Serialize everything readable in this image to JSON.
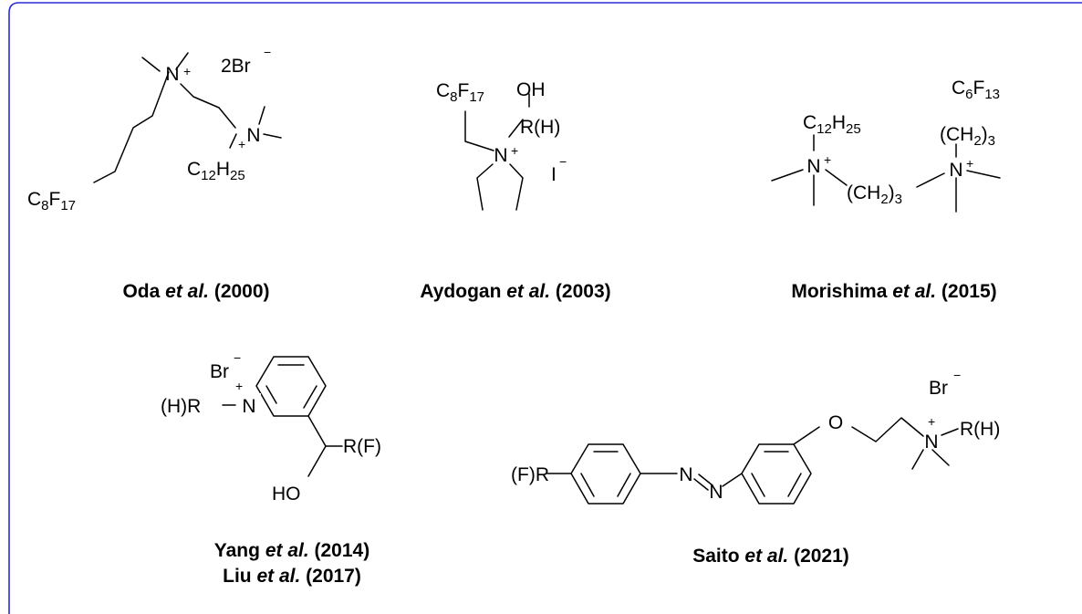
{
  "colors": {
    "frame_border": "#2b2bd6",
    "ink": "#000000",
    "background": "#ffffff"
  },
  "compounds": [
    {
      "caption": {
        "pre": "Oda ",
        "etal": "et al.",
        "post": " (2000)"
      },
      "atoms": {
        "n1": "N",
        "n2": "N",
        "counterion": "2Br",
        "chain_c": "C",
        "chain_c_n": "8",
        "chain_f": "F",
        "chain_f_n": "17",
        "alkyl_c": "C",
        "alkyl_c_n": "12",
        "alkyl_h": "H",
        "alkyl_h_n": "25"
      }
    },
    {
      "caption": {
        "pre": "Aydogan ",
        "etal": "et al.",
        "post": " (2003)"
      },
      "atoms": {
        "chain_c": "C",
        "chain_c_n": "8",
        "chain_f": "F",
        "chain_f_n": "17",
        "oh": "OH",
        "r": "R(H)",
        "n": "N",
        "counterion": "I"
      }
    },
    {
      "caption": {
        "pre": "Morishima ",
        "etal": "et al.",
        "post": " (2015)"
      },
      "atoms": {
        "alkyl_c": "C",
        "alkyl_c_n": "12",
        "alkyl_h": "H",
        "alkyl_h_n": "25",
        "n1": "N",
        "n2": "N",
        "spacer": "(CH",
        "spacer_n": "2",
        "spacer_end": ")",
        "spacer_m": "3",
        "chain_c": "C",
        "chain_c_n": "6",
        "chain_f": "F",
        "chain_f_n": "13"
      }
    },
    {
      "caption_lines": [
        {
          "pre": "Yang ",
          "etal": "et al.",
          "post": " (2014)"
        },
        {
          "pre": "Liu ",
          "etal": "et al.",
          "post": " (2017)"
        }
      ],
      "atoms": {
        "counterion": "Br",
        "substituent": "(H)R",
        "n": "N",
        "r": "R(F)",
        "ho": "HO"
      }
    },
    {
      "caption": {
        "pre": "Saito ",
        "etal": "et al.",
        "post": " (2021)"
      },
      "atoms": {
        "substituent": "(F)R",
        "n1": "N",
        "n2": "N",
        "o": "O",
        "n3": "N",
        "r": "R(H)",
        "counterion": "Br"
      }
    }
  ]
}
